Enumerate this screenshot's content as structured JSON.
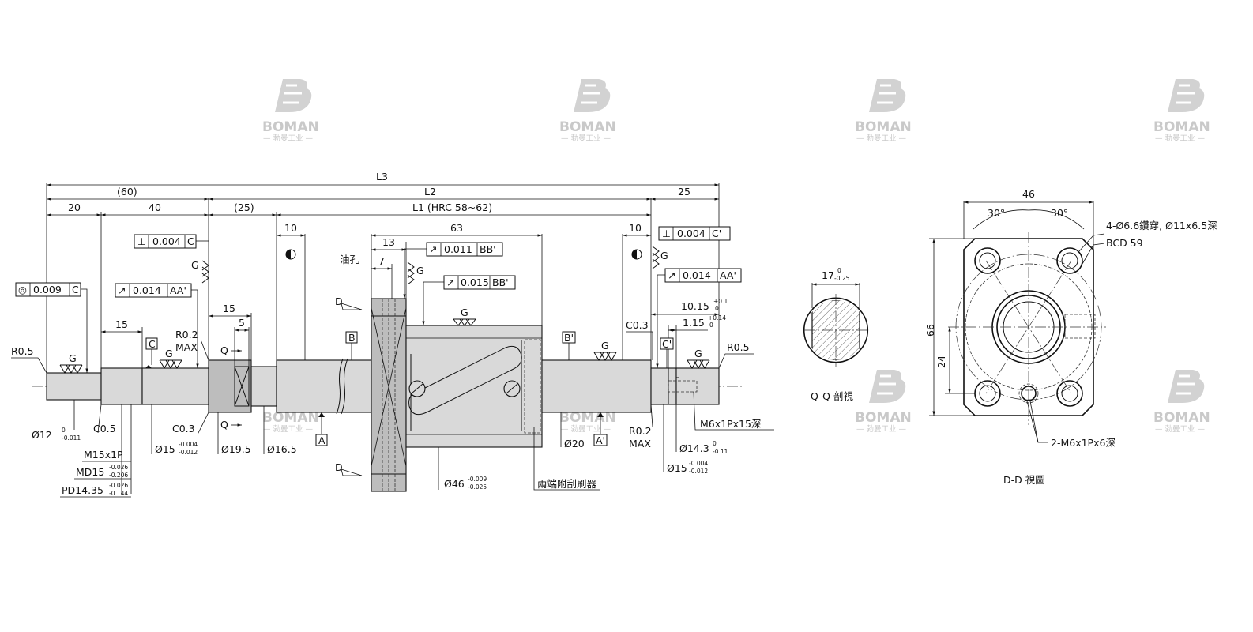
{
  "watermark": {
    "brand": "BOMAN",
    "sub": "— 勃曼工业 —"
  },
  "main_view": {
    "dims": {
      "L3": "L3",
      "L2": "L2",
      "L1": "L1 (HRC 58~62)",
      "d60": "(60)",
      "d25p": "(25)",
      "d20": "20",
      "d40": "40",
      "d25": "25",
      "d10a": "10",
      "d10b": "10",
      "d63": "63",
      "d13": "13",
      "d7": "7",
      "d15a": "15",
      "d15b": "15",
      "d5": "5",
      "d1015": "10.15",
      "d1015_tol": "+0.1",
      "d1015_tol2": "0",
      "d115": "1.15",
      "d115_tol": "+0.14",
      "d115_tol2": "0"
    },
    "gdt": {
      "perp_c_sym": "⊥",
      "perp_c_val": "0.004",
      "perp_c_ref": "C",
      "perp_cp_sym": "⊥",
      "perp_cp_val": "0.004",
      "perp_cp_ref": "C'",
      "conc_sym": "◎",
      "conc_val": "0.009",
      "conc_ref": "C",
      "run1_sym": "↗",
      "run1_val": "0.014",
      "run1_ref": "AA'",
      "run2_sym": "↗",
      "run2_val": "0.011",
      "run2_ref": "BB'",
      "run3_sym": "↗",
      "run3_val": "0.015",
      "run3_ref": "BB'",
      "run4_sym": "↗",
      "run4_val": "0.014",
      "run4_ref": "AA'"
    },
    "labels": {
      "oil_hole": "油孔",
      "D_top": "D",
      "D_bot": "D",
      "Q_top": "Q",
      "Q_bot": "Q",
      "G": "G",
      "A": "A",
      "Ap": "A'",
      "B": "B",
      "Bp": "B'",
      "C": "C",
      "Cp": "C'",
      "r05_left": "R0.5",
      "r05_right": "R0.5",
      "r02_left": "R0.2",
      "max_left": "MAX",
      "r02_right": "R0.2",
      "max_right": "MAX",
      "c03_right": "C0.3",
      "c03_left": "C0.3",
      "c05": "C0.5",
      "dia12": "Ø12",
      "dia12_tol1": "0",
      "dia12_tol2": "-0.011",
      "m15": "M15x1P",
      "md15": "MD15",
      "md15_tol1": "-0.026",
      "md15_tol2": "-0.206",
      "pd": "PD14.35",
      "pd_tol1": "-0.026",
      "pd_tol2": "-0.144",
      "dia15l": "Ø15",
      "dia15l_tol1": "-0.004",
      "dia15l_tol2": "-0.012",
      "dia195": "Ø19.5",
      "dia165": "Ø16.5",
      "dia46": "Ø46",
      "dia46_tol1": "-0.009",
      "dia46_tol2": "-0.025",
      "wiper": "兩端附刮刷器",
      "dia20": "Ø20",
      "dia143": "Ø14.3",
      "dia143_tol1": "0",
      "dia143_tol2": "-0.11",
      "dia15r": "Ø15",
      "dia15r_tol1": "-0.004",
      "dia15r_tol2": "-0.012",
      "m6": "M6x1Px15深"
    }
  },
  "qq_view": {
    "dim": "17",
    "tol1": "0",
    "tol2": "-0.25",
    "title": "Q-Q 剖視"
  },
  "dd_view": {
    "w46": "46",
    "h66": "66",
    "h24": "24",
    "ang1": "30°",
    "ang2": "30°",
    "holes": "4-Ø6.6鑽穿, Ø11x6.5深",
    "bcd": "BCD 59",
    "tap": "2-M6x1Px6深",
    "title": "D-D 視圖"
  }
}
